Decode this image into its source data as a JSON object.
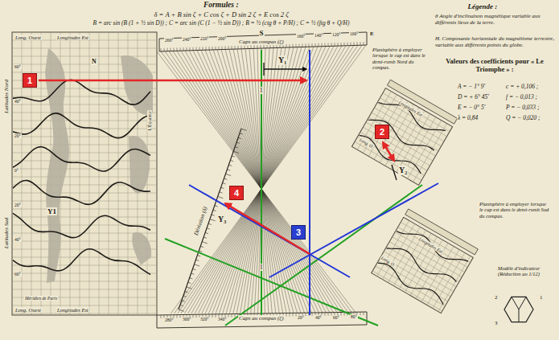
{
  "diagram": {
    "title": "Formules :",
    "nodes": [
      {
        "text": [
          "1"
        ]
      },
      {
        "text": [
          "2"
        ]
      },
      {
        "text": [
          "4"
        ]
      },
      {
        "text": [
          "3"
        ]
      }
    ],
    "labels": [
      "δ = A + B sin ζ + C cos ζ + D sin 2 ζ + E cos 2 ζ",
      "B = arc sin (B (1 + ½ sin D)) ; C = arc sin (C (1 − ½ sin D)) ; B = ½ (ctg θ + P/H) ; C = ½ (ftg θ + Q/H)",
      "Légende :",
      "θ Angle d'inclinaison magnétique variable aux différents lieux de la terre.",
      "H. Composante horizontale du magnétisme terrestre, variable aux différents points du globe.",
      "Valeurs des coefficients pour « Le Triomphe » :",
      "A = − 1° 9'",
      "c = + 0,106 ;",
      "D = + 6° 45'",
      "f = − 0,013 ;",
      "E = − 0° 5'",
      "P = − 0,033 ;",
      "λ = 0,84",
      "Q = − 0,020 ;",
      "Long. Ouest",
      "Longitudes Est",
      "Latitudes Nord",
      "Latitudes Sud",
      "Long. Ouest",
      "Longitudes Est",
      "Méridien de Paris",
      "L'Équateur",
      "S",
      "Caps au compas (ζ)",
      "Caps au compas (ζ)",
      "I",
      "I",
      "Déviation (δ)",
      "E",
      "N",
      "Planisphère à employer lorsque le cap est dans le demi-rumb Nord du compas.",
      "Long. O.",
      "Longitudes Est",
      "Planisphère à employer lorsque le cap est dans le demi-rumb Sud du compas.",
      "Long. O.",
      "Longitudes Est",
      "Modèle d'indicateur (Réduction au 1/12)",
      "1",
      "2",
      "3",
      "Y₁",
      "Y₂",
      "Y₃",
      "Y1",
      "260°",
      "240°",
      "220°",
      "200°",
      "160°",
      "140°",
      "120°",
      "100°",
      "280°",
      "300°",
      "320°",
      "340°",
      "20°",
      "40°",
      "60°",
      "80°",
      "60°",
      "40°",
      "20°",
      "0°",
      "20°",
      "40°",
      "60°"
    ]
  }
}
